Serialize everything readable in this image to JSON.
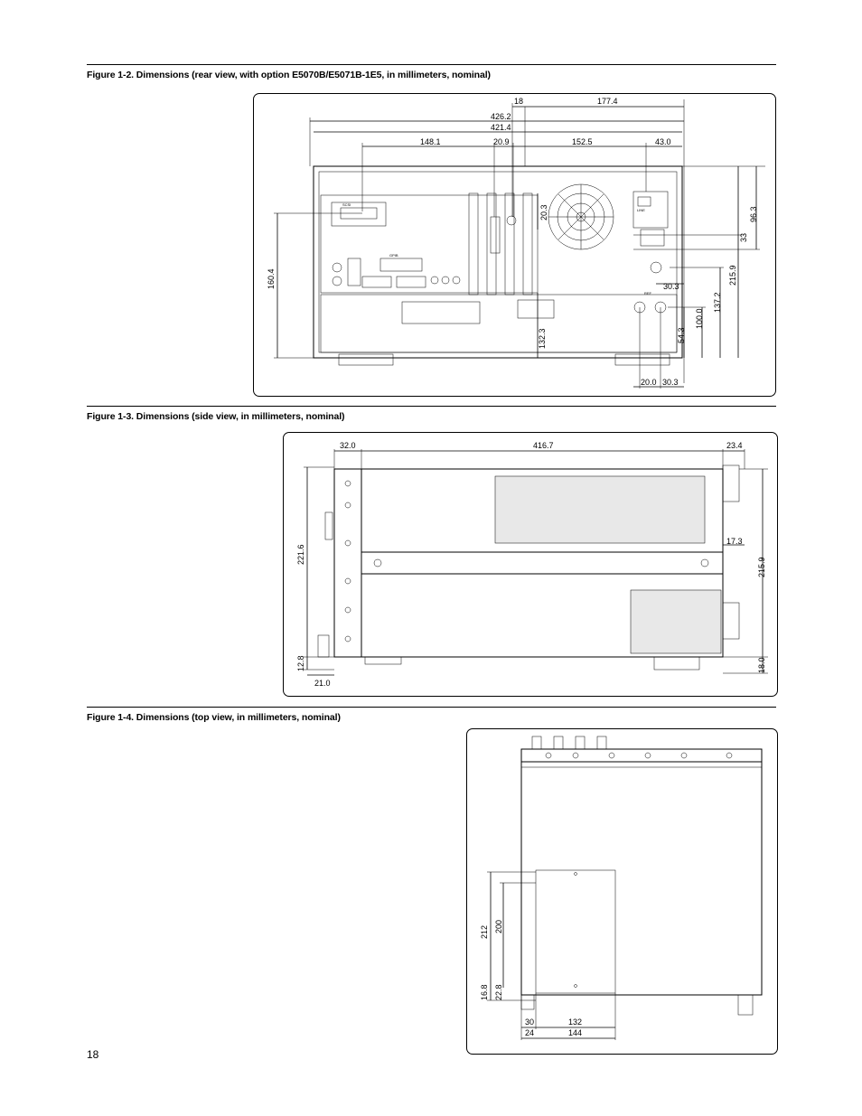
{
  "figures": [
    {
      "caption": "Figure 1-2. Dimensions (rear view, with option E5070B/E5071B-1E5, in millimeters, nominal)",
      "dimensions": [
        "18",
        "177.4",
        "426.2",
        "421.4",
        "148.1",
        "20.9",
        "152.5",
        "43.0",
        "20.3",
        "96.3",
        "33",
        "215.9",
        "160.4",
        "30.3",
        "137.2",
        "100.0",
        "54.3",
        "132.3",
        "20.0",
        "30.3"
      ]
    },
    {
      "caption": "Figure 1-3. Dimensions (side view, in millimeters, nominal)",
      "dimensions": [
        "32.0",
        "416.7",
        "23.4",
        "221.6",
        "17.3",
        "215.9",
        "12.8",
        "18.0",
        "21.0"
      ]
    },
    {
      "caption": "Figure 1-4. Dimensions (top view, in millimeters, nominal)",
      "dimensions": [
        "212",
        "200",
        "16.8",
        "22.8",
        "30",
        "132",
        "24",
        "144"
      ]
    }
  ],
  "page_number": "18"
}
